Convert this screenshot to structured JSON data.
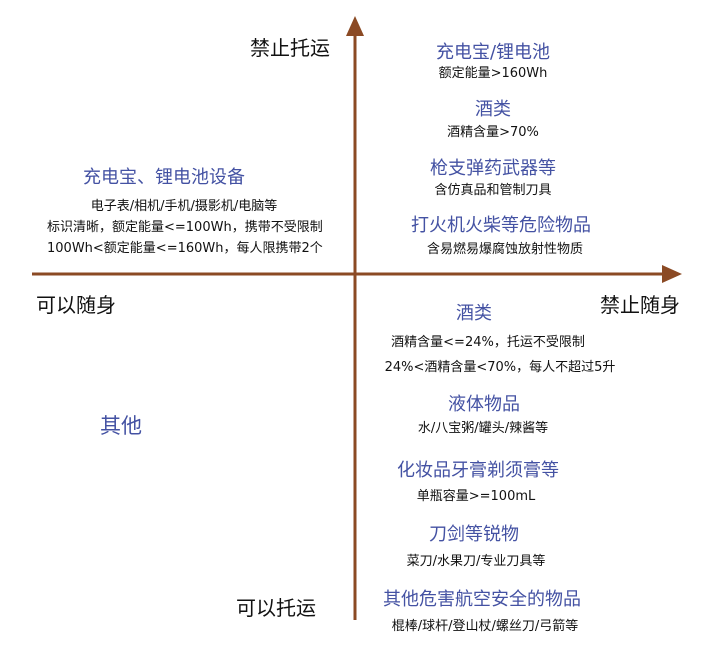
{
  "colors": {
    "axis": "#8b4a24",
    "heading": "#4452a3",
    "text": "#111111"
  },
  "axes": {
    "top": "禁止托运",
    "bottom": "可以托运",
    "left": "可以随身",
    "right": "禁止随身"
  },
  "quadrants": {
    "top_left": {
      "heading": "充电宝、锂电池设备",
      "lines": [
        "电子表/相机/手机/摄影机/电脑等",
        "标识清晰，额定能量<=100Wh，携带不受限制",
        "100Wh<额定能量<=160Wh，每人限携带2个"
      ]
    },
    "top_right": [
      {
        "heading": "充电宝/锂电池",
        "lines": [
          "额定能量>160Wh"
        ]
      },
      {
        "heading": "酒类",
        "lines": [
          "酒精含量>70%"
        ]
      },
      {
        "heading": "枪支弹药武器等",
        "lines": [
          "含仿真品和管制刀具"
        ]
      },
      {
        "heading": "打火机火柴等危险物品",
        "lines": [
          "含易燃易爆腐蚀放射性物质"
        ]
      }
    ],
    "bottom_left": {
      "heading": "其他"
    },
    "bottom_right": [
      {
        "heading": "酒类",
        "lines": [
          "酒精含量<=24%，托运不受限制",
          "24%<酒精含量<70%，每人不超过5升"
        ]
      },
      {
        "heading": "液体物品",
        "lines": [
          "水/八宝粥/罐头/辣酱等"
        ]
      },
      {
        "heading": "化妆品牙膏剃须膏等",
        "lines": [
          "单瓶容量>=100mL"
        ]
      },
      {
        "heading": "刀剑等锐物",
        "lines": [
          "菜刀/水果刀/专业刀具等"
        ]
      },
      {
        "heading": "其他危害航空安全的物品",
        "lines": [
          "棍棒/球杆/登山杖/螺丝刀/弓箭等"
        ]
      }
    ]
  }
}
